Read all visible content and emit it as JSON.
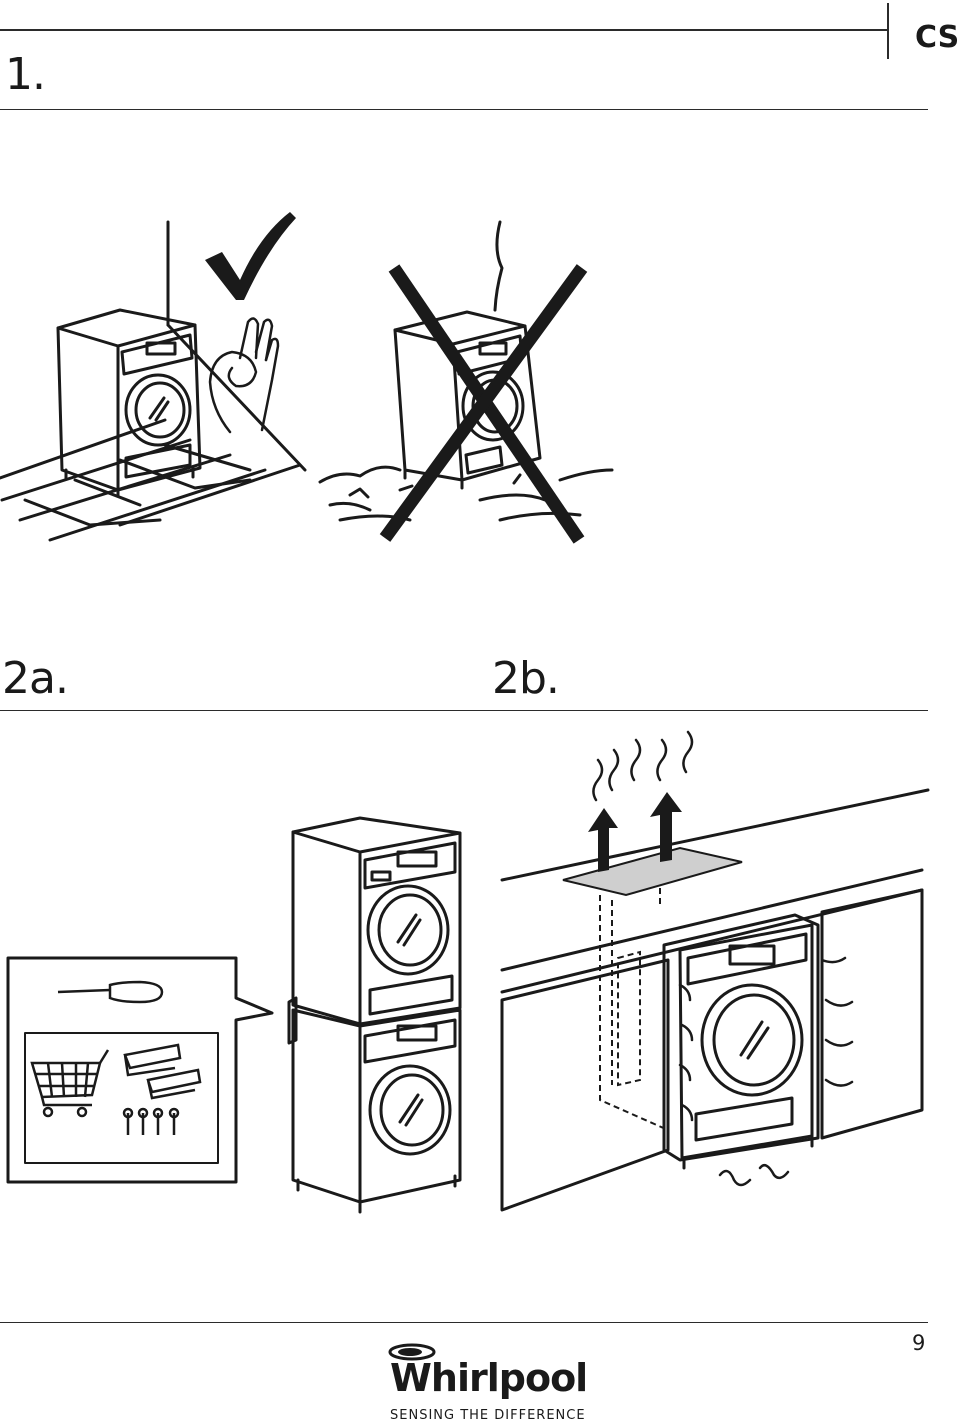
{
  "header": {
    "step_label": "1.",
    "language_code": "CS"
  },
  "section2": {
    "label_a": "2a.",
    "label_b": "2b."
  },
  "footer": {
    "page_number": "9",
    "brand_name": "Whirlpool",
    "tagline": "SENSING THE DIFFERENCE"
  },
  "icons": {
    "correct": "checkmark-icon",
    "incorrect": "cross-icon",
    "gesture": "ok-hand-icon",
    "tool": "screwdriver-icon",
    "purchase": "shopping-cart-icon",
    "ventilation": "heat-wave-icon"
  }
}
